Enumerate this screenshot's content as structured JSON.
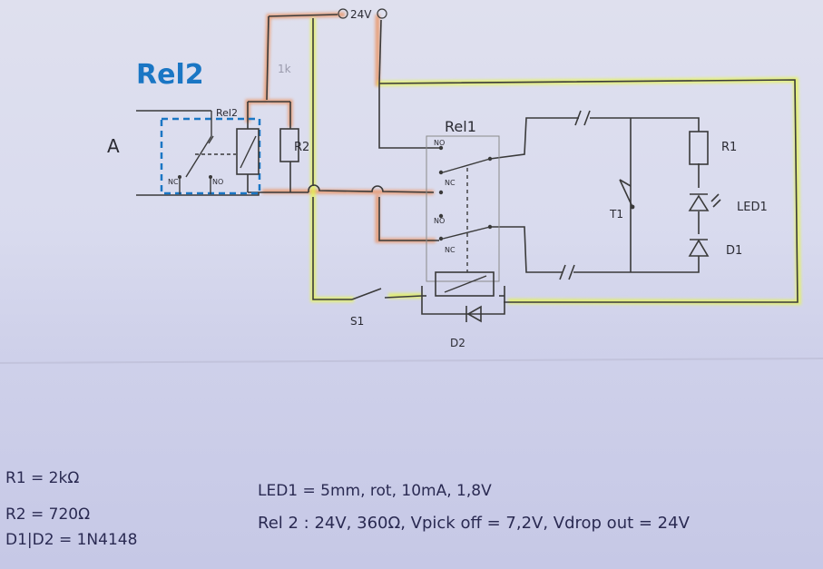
{
  "diagram": {
    "title": "Rel2",
    "labels": {
      "supply": "24V",
      "node_a": "A",
      "rel2_contact": "Rel2",
      "rel1": "Rel1",
      "r1": "R1",
      "r2": "R2",
      "led1": "LED1",
      "d1": "D1",
      "t1": "T1",
      "s1": "S1",
      "d2": "D2",
      "no": "NO",
      "nc": "NC",
      "ignored": "1k"
    },
    "notes": {
      "r1": "R1 = 2kΩ",
      "r2": "R2 = 720Ω",
      "diodes": "D1|D2 = 1N4148",
      "led1": "LED1 = 5mm, rot, 10mA, 1,8V",
      "rel2": "Rel 2 : 24V, 360Ω, Vpick off = 7,2V, Vdrop out = 24V"
    },
    "colors": {
      "ink": "#3a3a3a",
      "orange": "#f07020",
      "yellow": "#e6f550",
      "blue": "#1a76c4",
      "notes": "#2a2a52"
    }
  }
}
